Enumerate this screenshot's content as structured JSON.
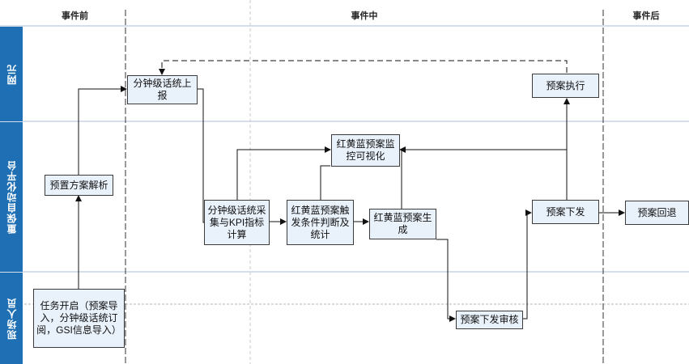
{
  "phases": {
    "before": "事件前",
    "during": "事件中",
    "after": "事件后"
  },
  "lanes": {
    "network": "网元",
    "platform": "重保自动化平台",
    "onsite": "现场人员"
  },
  "nodes": {
    "task_start": "任务开启（预案导入，分钟级话统订阅，GSI信息导入）",
    "plan_parse": "预置方案解析",
    "minute_report": "分钟级话统上报",
    "kpi_calc": "分钟级话统采集与KPI指标计算",
    "trigger_stats": "红黄蓝预案触发条件判断及统计",
    "rgb_monitor": "红黄蓝预案监控可视化",
    "rgb_generate": "红黄蓝预案生成",
    "issue_review": "预案下发审核",
    "plan_issue": "预案下发",
    "plan_execute": "预案执行",
    "plan_rollback": "预案回退"
  },
  "colors": {
    "lane_header": "#1f6fb5",
    "node_fill": "#e9f1fb",
    "node_border": "#3b3b3b",
    "lane_line": "#a8bed8"
  }
}
